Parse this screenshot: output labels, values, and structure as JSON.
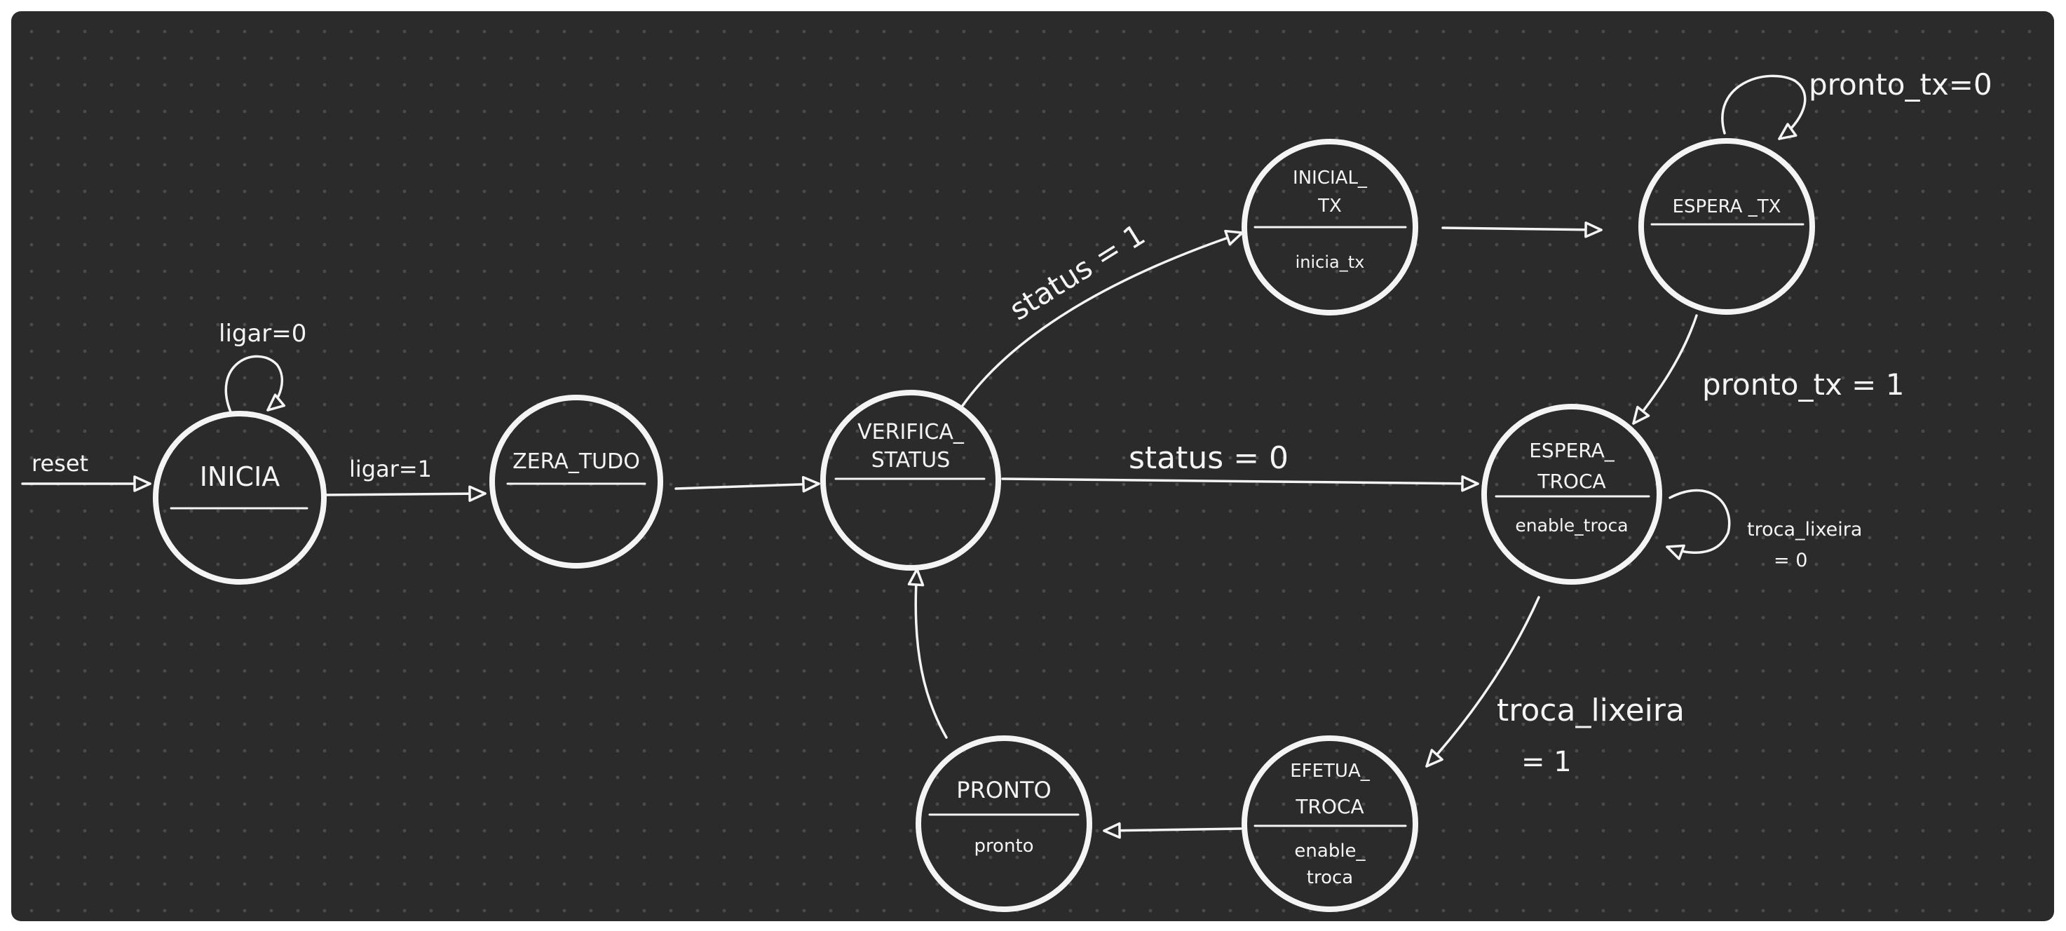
{
  "colors": {
    "board": "#2b2b2b",
    "ink": "#f4f4f4",
    "dot": "#4a4a4a"
  },
  "states": {
    "inicia": {
      "name": "INICIA"
    },
    "zera_tudo": {
      "name": "ZERA_TUDO"
    },
    "verifica": {
      "name1": "VERIFICA_",
      "name2": "STATUS"
    },
    "inicial_tx": {
      "name1": "INICIAL_",
      "name2": "TX",
      "output": "inicia_tx"
    },
    "espera_tx": {
      "name": "ESPERA _TX"
    },
    "espera_troca": {
      "name1": "ESPERA_",
      "name2": "TROCA",
      "output": "enable_troca"
    },
    "efetua_troca": {
      "name1": "EFETUA_",
      "name2": "TROCA",
      "output1": "enable_",
      "output2": "troca"
    },
    "pronto": {
      "name": "PRONTO",
      "output": "pronto"
    }
  },
  "transitions": {
    "reset": "reset",
    "ligar_0": "ligar=0",
    "ligar_1": "ligar=1",
    "status_1": "status = 1",
    "status_0": "status = 0",
    "pronto_tx_0": "pronto_tx=0",
    "pronto_tx_1": "pronto_tx = 1",
    "troca_lixeira_0_line1": "troca_lixeira",
    "troca_lixeira_0_line2": "= 0",
    "troca_lixeira_1_line1": "troca_lixeira",
    "troca_lixeira_1_line2": "= 1"
  }
}
